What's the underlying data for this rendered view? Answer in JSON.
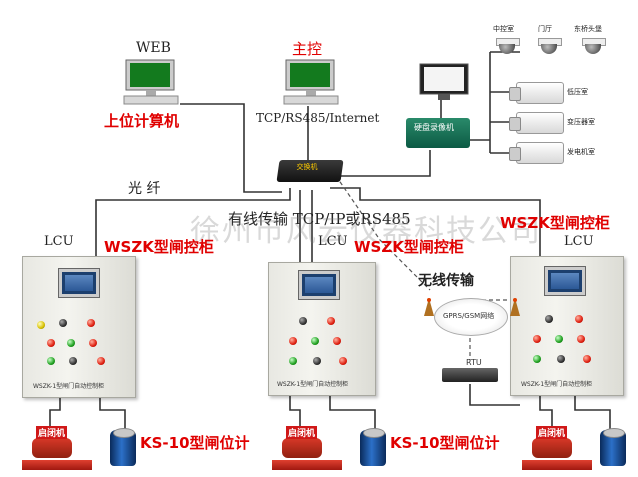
{
  "nodes": {
    "web": "WEB",
    "main": "主控",
    "upper_pc": "上位计算机",
    "protocol_top": "TCP/RS485/Internet",
    "fiber": "光 纤",
    "wired": "有线传输 TCP/IP或RS485",
    "switch_label": "交换机",
    "nvr_label": "硬盘录像机",
    "wireless": "无线传输",
    "gprs": "GPRS/GSM网络",
    "rtu": "RTU",
    "watermark": "徐州市风云仪器科技公司"
  },
  "cameras": {
    "domes": [
      "中控室",
      "门厅",
      "东桥头堡"
    ],
    "boxes": [
      "低压室",
      "变压器室",
      "发电机室"
    ]
  },
  "cabinets": [
    {
      "lcu": "LCU",
      "title": "WSZK型闸控柜",
      "plate": "WSZK-1型闸门自动控制柜"
    },
    {
      "lcu": "LCU",
      "title": "WSZK型闸控柜",
      "plate": "WSZK-1型闸门自动控制柜"
    },
    {
      "lcu": "LCU",
      "title": "WSZK型闸控柜",
      "plate": "WSZK-1型闸门自动控制柜"
    }
  ],
  "field": {
    "hoist": "启闭机",
    "gauge": "KS-10型闸位计"
  },
  "colors": {
    "red_label": "#e00000",
    "line": "#333333",
    "cabinet": "#ececE6"
  }
}
